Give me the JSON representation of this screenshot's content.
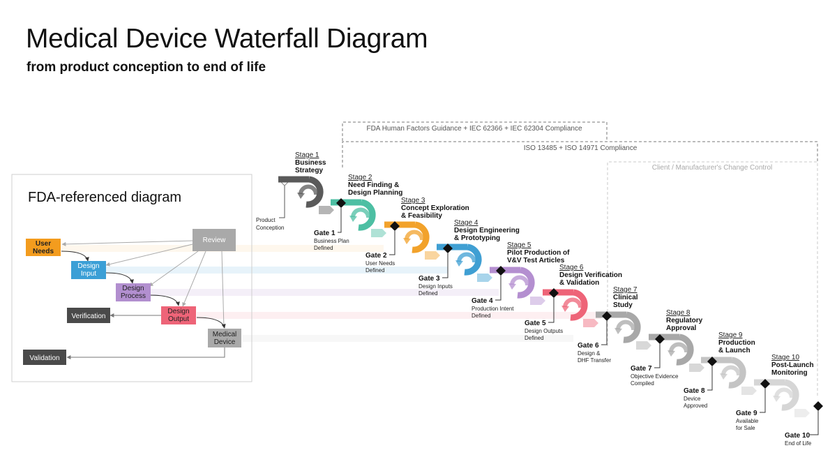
{
  "title": "Medical Device Waterfall Diagram",
  "subtitle": "from product conception to end of life",
  "compliance_bands": [
    {
      "label": "FDA Human Factors Guidance + IEC 62366 + IEC 62304 Compliance"
    },
    {
      "label": "ISO 13485 + ISO 14971 Compliance"
    },
    {
      "label": "Client / Manufacturer's Change Control"
    }
  ],
  "fda_panel": {
    "title": "FDA-referenced diagram",
    "boxes": {
      "user_needs": "User\nNeeds",
      "design_input": "Design\nInput",
      "design_process": "Design\nProcess",
      "design_output": "Design\nOutput",
      "medical_device": "Medical\nDevice",
      "review": "Review",
      "verification": "Verification",
      "validation": "Validation"
    }
  },
  "start_label": "Product\nConception",
  "stages": [
    {
      "num": "Stage 1",
      "name": "Business\nStrategy",
      "color": "#5a5a5a"
    },
    {
      "num": "Stage 2",
      "name": "Need Finding &\nDesign Planning",
      "color": "#4dbfa3"
    },
    {
      "num": "Stage 3",
      "name": "Concept Exploration\n& Feasibility",
      "color": "#f2a22b"
    },
    {
      "num": "Stage 4",
      "name": "Design Engineering\n& Prototyping",
      "color": "#3f9fd3"
    },
    {
      "num": "Stage 5",
      "name": "Pilot Production of\nV&V Test Articles",
      "color": "#b48fd0"
    },
    {
      "num": "Stage 6",
      "name": "Design Verification\n& Validation",
      "color": "#ee6478"
    },
    {
      "num": "Stage 7",
      "name": "Clinical\nStudy",
      "color": "#a8a8a8"
    },
    {
      "num": "Stage 8",
      "name": "Regulatory\nApproval",
      "color": "#a8a8a8"
    },
    {
      "num": "Stage 9",
      "name": "Production\n& Launch",
      "color": "#c4c4c4"
    },
    {
      "num": "Stage 10",
      "name": "Post-Launch\nMonitoring",
      "color": "#d6d6d6"
    }
  ],
  "gates": [
    {
      "num": "Gate 1",
      "desc": "Business Plan\nDefined"
    },
    {
      "num": "Gate 2",
      "desc": "User Needs\nDefined"
    },
    {
      "num": "Gate 3",
      "desc": "Design Inputs\nDefined"
    },
    {
      "num": "Gate 4",
      "desc": "Production Intent\nDefined"
    },
    {
      "num": "Gate 5",
      "desc": "Design Outputs\nDefined"
    },
    {
      "num": "Gate 6",
      "desc": "Design &\nDHF Transfer"
    },
    {
      "num": "Gate 7",
      "desc": "Objective Evidence\nCompiled"
    },
    {
      "num": "Gate 8",
      "desc": "Device\nApproved"
    },
    {
      "num": "Gate 9",
      "desc": "Available\nfor Sale"
    },
    {
      "num": "Gate 10",
      "desc": "End of Life"
    }
  ],
  "colors": {
    "user_needs": "#f39c1e",
    "design_input": "#3b9fd6",
    "design_process": "#b28fcf",
    "design_output": "#ee6478",
    "medical_device": "#a9a9a9",
    "review": "#a9a9a9",
    "verification": "#4a4a4a",
    "validation": "#4a4a4a",
    "gate": "#111111",
    "dashed": "#7a7a7a",
    "dashed_light": "#c8c8c8"
  }
}
